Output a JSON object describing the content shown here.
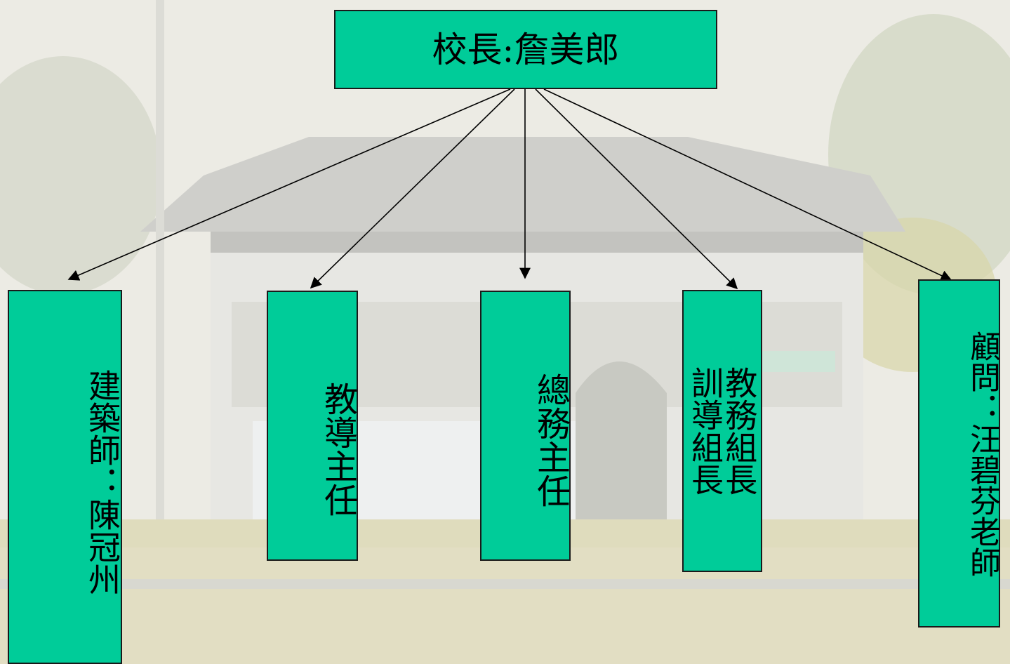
{
  "org_chart": {
    "root": "校長:詹美郎",
    "children": [
      {
        "label": "建築師：陳冠州"
      },
      {
        "label": "教導主任"
      },
      {
        "label": "總務主任"
      },
      {
        "label": "教務組長訓導組長"
      },
      {
        "label": "顧問：汪碧芬老師"
      }
    ]
  },
  "colors": {
    "node_fill": "#00cc99",
    "border": "#1a1a1a",
    "arrow": "#000000"
  }
}
